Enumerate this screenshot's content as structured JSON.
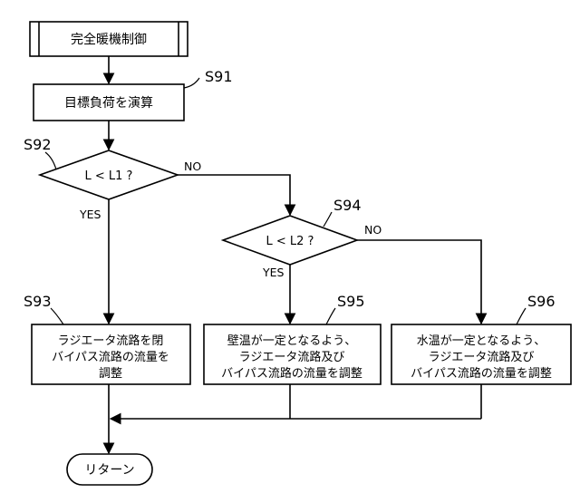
{
  "start": {
    "label": "完全暖機制御"
  },
  "s91": {
    "step": "S91",
    "label": "目標負荷を演算"
  },
  "s92": {
    "step": "S92",
    "label": "L < L1 ?",
    "yes": "YES",
    "no": "NO"
  },
  "s94": {
    "step": "S94",
    "label": "L < L2 ?",
    "yes": "YES",
    "no": "NO"
  },
  "s93": {
    "step": "S93",
    "lines": [
      "ラジエータ流路を閉",
      "バイパス流路の流量を",
      "調整"
    ]
  },
  "s95": {
    "step": "S95",
    "lines": [
      "壁温が一定となるよう、",
      "ラジエータ流路及び",
      "バイパス流路の流量を調整"
    ]
  },
  "s96": {
    "step": "S96",
    "lines": [
      "水温が一定となるよう、",
      "ラジエータ流路及び",
      "バイパス流路の流量を調整"
    ]
  },
  "end": {
    "label": "リターン"
  }
}
